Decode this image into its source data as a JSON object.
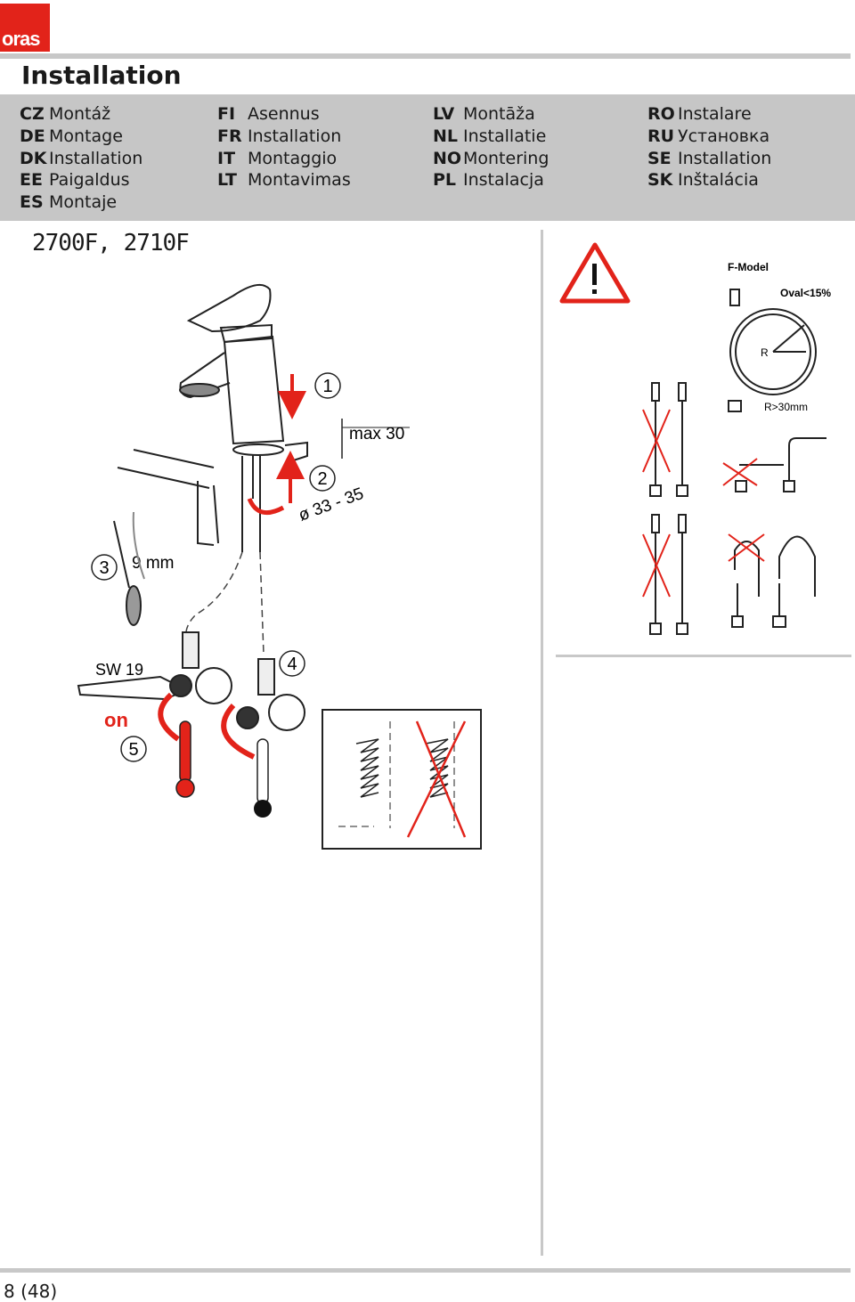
{
  "brand": {
    "logo_text": "oras",
    "color": "#e2231a"
  },
  "title": "Installation",
  "languages": [
    [
      {
        "code": "CZ",
        "text": "Montáž"
      },
      {
        "code": "DE",
        "text": "Montage"
      },
      {
        "code": "DK",
        "text": "Installation"
      },
      {
        "code": "EE",
        "text": "Paigaldus"
      },
      {
        "code": "ES",
        "text": "Montaje"
      }
    ],
    [
      {
        "code": "FI",
        "text": "Asennus"
      },
      {
        "code": "FR",
        "text": "Installation"
      },
      {
        "code": "IT",
        "text": "Montaggio"
      },
      {
        "code": "LT",
        "text": "Montavimas"
      }
    ],
    [
      {
        "code": "LV",
        "text": "Montāža"
      },
      {
        "code": "NL",
        "text": "Installatie"
      },
      {
        "code": "NO",
        "text": "Montering"
      },
      {
        "code": "PL",
        "text": "Instalacja"
      }
    ],
    [
      {
        "code": "RO",
        "text": "Instalare"
      },
      {
        "code": "RU",
        "text": "Установка"
      },
      {
        "code": "SE",
        "text": "Installation"
      },
      {
        "code": "SK",
        "text": "Inštalácia"
      }
    ]
  ],
  "model": "2700F, 2710F",
  "diagram": {
    "step1": "1",
    "step2": "2",
    "step3": "3",
    "step4": "4",
    "step5": "5",
    "max_label": "max 30",
    "diameter_label": "ø 33 - 35",
    "screwdriver_label": "9 mm",
    "wrench_label": "SW 19",
    "on_label": "on"
  },
  "hose_panel": {
    "warning_icon": "exclamation-triangle-icon",
    "model_label": "F-Model",
    "oval_label": "Oval<15%",
    "r_label": "R",
    "radius_label": "R>30mm"
  },
  "page_number": "8 (48)"
}
